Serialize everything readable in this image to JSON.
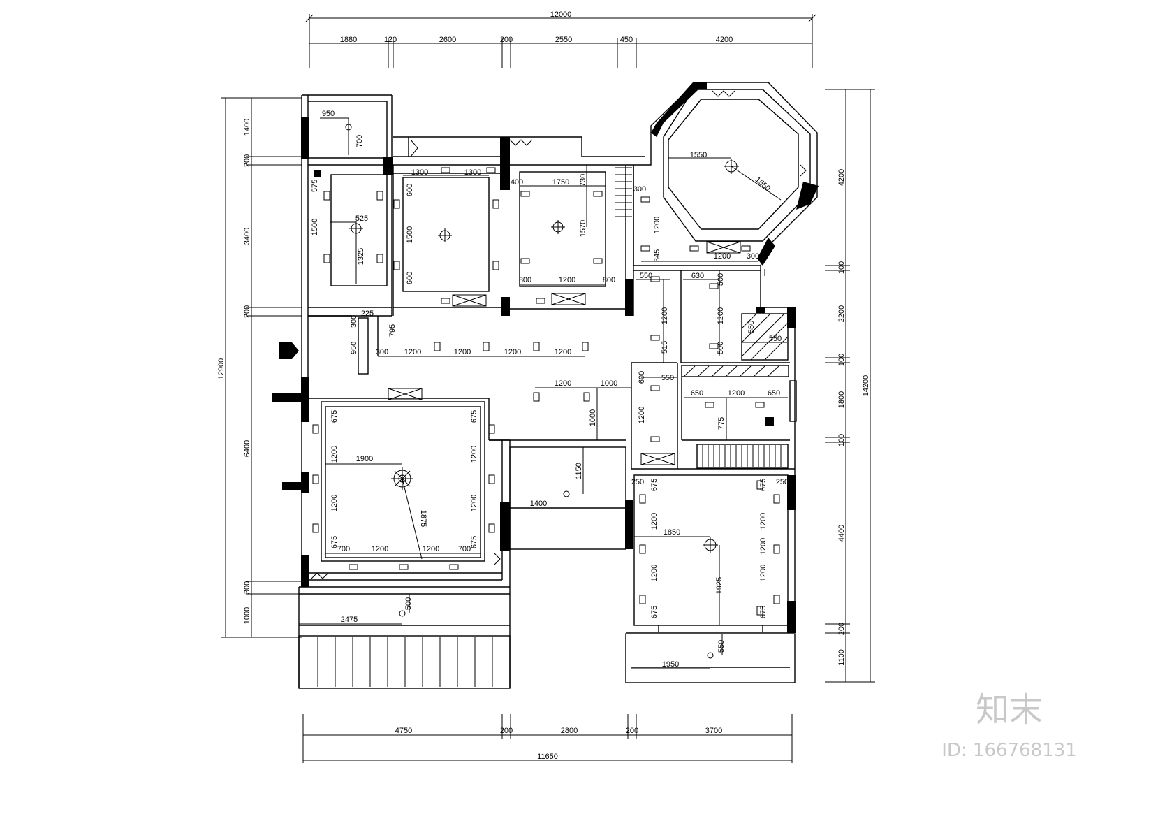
{
  "top_dims": {
    "total": "12000",
    "segments": [
      "1880",
      "120",
      "2600",
      "200",
      "2550",
      "450",
      "4200"
    ]
  },
  "bottom_dims": {
    "total": "11650",
    "segments": [
      "4750",
      "200",
      "2800",
      "200",
      "3700"
    ]
  },
  "left_dims": {
    "total": "12900",
    "segments": [
      "1400",
      "200",
      "3400",
      "200",
      "6400",
      "300",
      "1000"
    ]
  },
  "right_dims": {
    "total": "14200",
    "segments": [
      "4200",
      "100",
      "2200",
      "100",
      "1800",
      "100",
      "4400",
      "200",
      "1100"
    ]
  },
  "room_dims": [
    "950",
    "700",
    "575",
    "525",
    "1500",
    "1325",
    "1300",
    "1300",
    "600",
    "1500",
    "600",
    "400",
    "1750",
    "730",
    "1570",
    "800",
    "1200",
    "800",
    "300",
    "1200",
    "345",
    "1550",
    "1550",
    "1200",
    "300",
    "550",
    "1200",
    "515",
    "630",
    "500",
    "1200",
    "500",
    "550",
    "550",
    "300",
    "225",
    "795",
    "950",
    "300",
    "1200",
    "1200",
    "1200",
    "1200",
    "1200",
    "1000",
    "1000",
    "600",
    "550",
    "1200",
    "650",
    "1200",
    "650",
    "775",
    "675",
    "675",
    "1200",
    "1900",
    "1200",
    "675",
    "675",
    "1200",
    "1200",
    "700",
    "1200",
    "1200",
    "700",
    "1875",
    "1150",
    "1400",
    "250",
    "675",
    "1200",
    "1850",
    "1200",
    "1925",
    "675",
    "1200",
    "675",
    "250",
    "1200",
    "1200",
    "675",
    "500",
    "2475",
    "550",
    "1950"
  ],
  "watermark": {
    "logo_text": "知末",
    "id_text": "ID: 166768131"
  }
}
